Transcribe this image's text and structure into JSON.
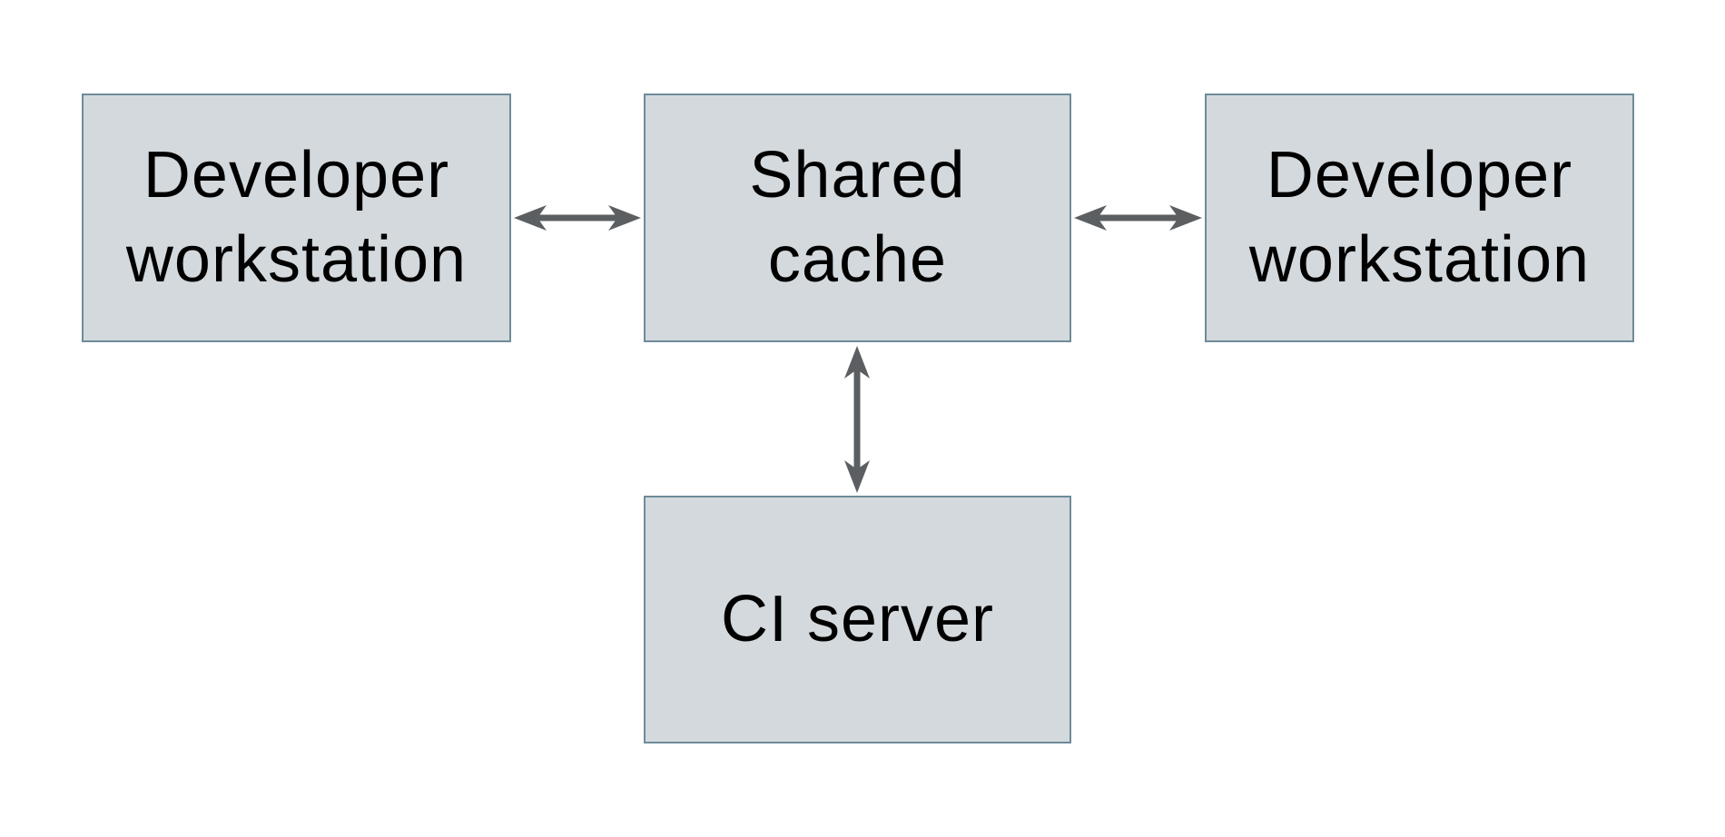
{
  "diagram": {
    "description": "Shared cache architecture diagram",
    "nodes": [
      {
        "id": "developer-workstation-left",
        "label": "Developer workstation",
        "lines": [
          "Developer",
          "workstation"
        ]
      },
      {
        "id": "shared-cache",
        "label": "Shared cache",
        "lines": [
          "Shared",
          "cache"
        ]
      },
      {
        "id": "developer-workstation-right",
        "label": "Developer workstation",
        "lines": [
          "Developer",
          "workstation"
        ]
      },
      {
        "id": "ci-server",
        "label": "CI server",
        "lines": [
          "CI server"
        ]
      }
    ],
    "edges": [
      {
        "from": "developer-workstation-left",
        "to": "shared-cache",
        "type": "bidirectional",
        "orientation": "horizontal"
      },
      {
        "from": "shared-cache",
        "to": "developer-workstation-right",
        "type": "bidirectional",
        "orientation": "horizontal"
      },
      {
        "from": "shared-cache",
        "to": "ci-server",
        "type": "bidirectional",
        "orientation": "vertical"
      }
    ]
  },
  "colors": {
    "node-fill": "#d3d9dc",
    "node-border": "#6f8b99",
    "arrow": "#5c5f62",
    "text": "#000000",
    "background": "#ffffff"
  }
}
